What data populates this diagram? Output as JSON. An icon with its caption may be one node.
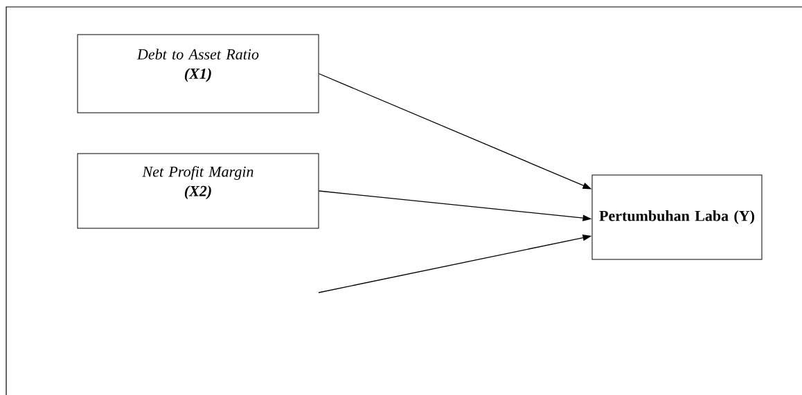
{
  "diagram": {
    "nodes": [
      {
        "text": [
          "Debt to Asset Ratio",
          "(X1)"
        ]
      },
      {
        "text": [
          "Net Profit Margin",
          "(X2)"
        ]
      },
      {
        "text": [
          "Pertumbuhan Laba (Y)"
        ]
      }
    ],
    "edges": [
      {
        "from": 0,
        "to": 2,
        "arrow": "to"
      },
      {
        "from": 1,
        "to": 2,
        "arrow": "to"
      },
      {
        "from": null,
        "to": 2,
        "arrow": "to"
      }
    ]
  }
}
